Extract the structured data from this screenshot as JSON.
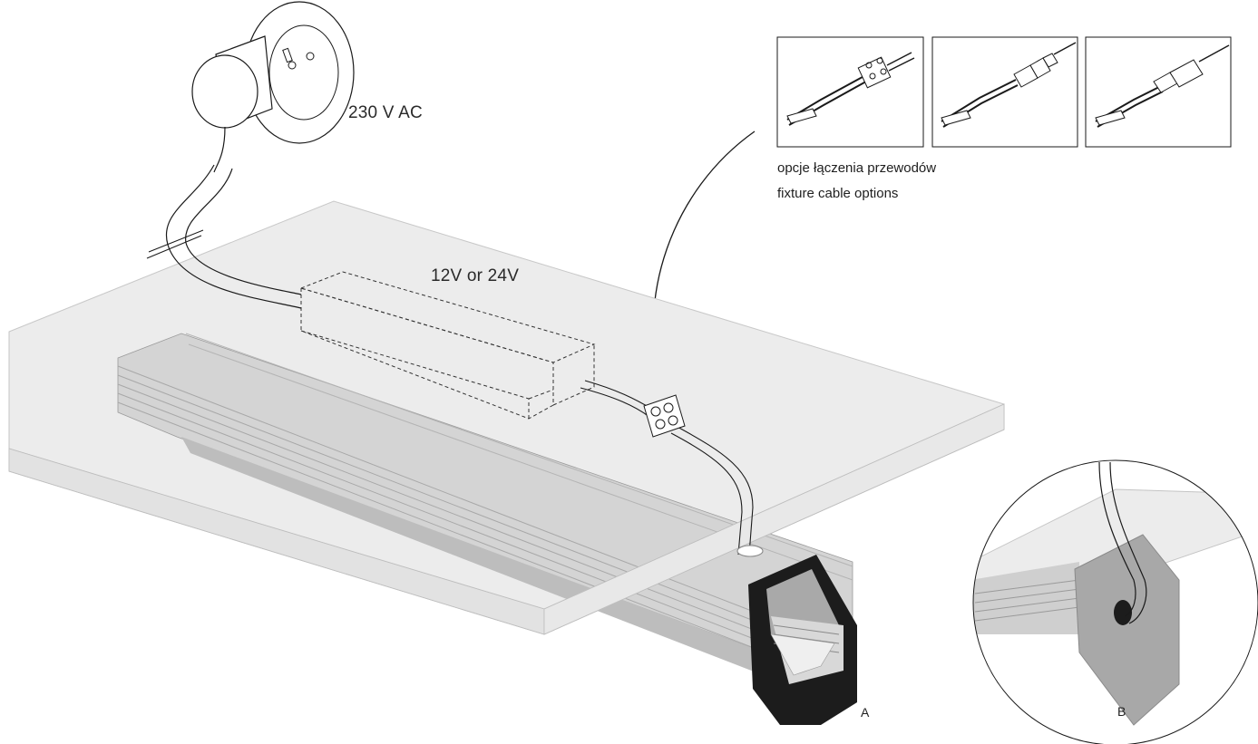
{
  "labels": {
    "mains_voltage": "230 V AC",
    "driver_voltage": "12V or 24V",
    "options_caption_pl": "opcje łączenia przewodów",
    "options_caption_en": "fixture cable options",
    "marker_a": "A",
    "marker_b": "B"
  },
  "options": [
    {
      "id": "terminal-block",
      "icon": "terminal-block-connector-icon"
    },
    {
      "id": "dc-jack",
      "icon": "dc-jack-connector-icon"
    },
    {
      "id": "quick-plug",
      "icon": "quick-plug-connector-icon"
    }
  ],
  "colors": {
    "line": "#1a1a1a",
    "glass": "#ededed",
    "profile": "#c9c9c9",
    "profile_dark": "#9a9a9a",
    "endcap": "#1c1c1c"
  }
}
